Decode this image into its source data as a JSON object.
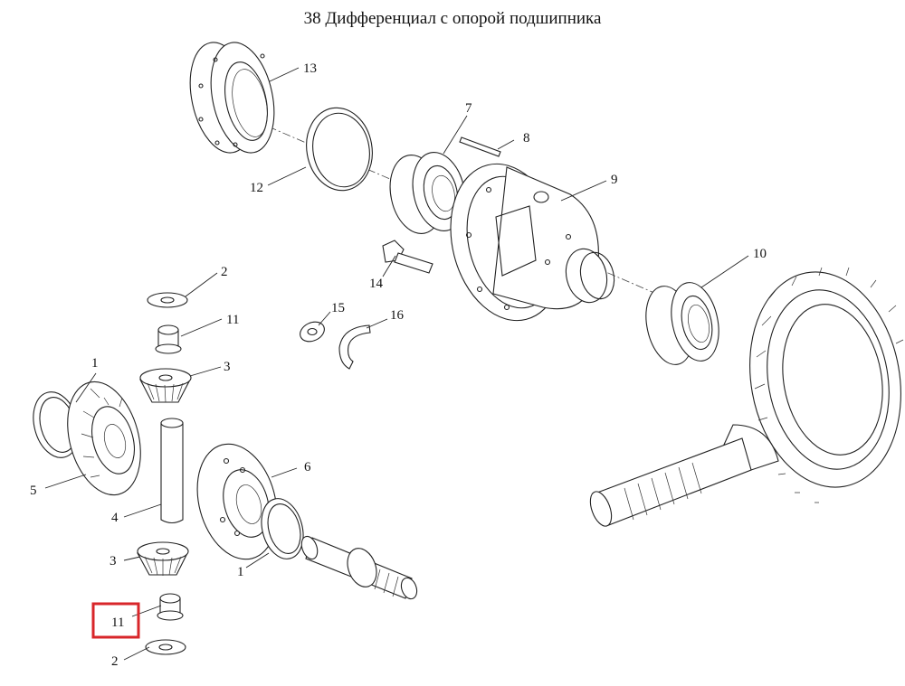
{
  "title": "38 Дифференциал с опорой подшипника",
  "labels": {
    "p1a": "1",
    "p1b": "1",
    "p2a": "2",
    "p2b": "2",
    "p3a": "3",
    "p3b": "3",
    "p4": "4",
    "p5": "5",
    "p6": "6",
    "p7": "7",
    "p8": "8",
    "p9": "9",
    "p10": "10",
    "p11a": "11",
    "p11b": "11",
    "p12": "12",
    "p13": "13",
    "p14": "14",
    "p15": "15",
    "p16": "16"
  },
  "highlight": {
    "part": "11",
    "color": "#d8262a"
  }
}
